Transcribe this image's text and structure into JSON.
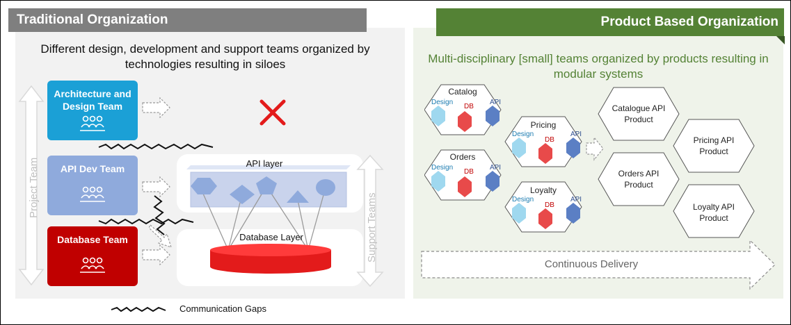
{
  "left": {
    "title": "Traditional Organization",
    "subtitle": "Different design, development and support teams organized by technologies resulting in siloes",
    "teams": [
      {
        "label": "Architecture and Design Team",
        "color": "#1ba0d6"
      },
      {
        "label": "API Dev Team",
        "color": "#8faadc"
      },
      {
        "label": "Database Team",
        "color": "#c00000"
      }
    ],
    "api_layer_label": "API layer",
    "database_layer_label": "Database Layer",
    "project_team_label": "Project Team",
    "support_teams_label": "Support Teams",
    "legend_label": "Communication Gaps"
  },
  "right": {
    "title": "Product Based Organization",
    "subtitle": "Multi-disciplinary [small] teams organized by products resulting in modular systems",
    "team_hexes": [
      {
        "name": "Catalog",
        "roles": [
          "Design",
          "DB",
          "API"
        ]
      },
      {
        "name": "Pricing",
        "roles": [
          "Design",
          "DB",
          "API"
        ]
      },
      {
        "name": "Orders",
        "roles": [
          "Design",
          "DB",
          "API"
        ]
      },
      {
        "name": "Loyalty",
        "roles": [
          "Design",
          "DB",
          "API"
        ]
      }
    ],
    "products": [
      "Catalogue API Product",
      "Pricing API Product",
      "Orders API Product",
      "Loyalty API Product"
    ],
    "continuous_delivery": "Continuous Delivery"
  },
  "colors": {
    "gray_banner": "#7f7f7f",
    "green_banner": "#548235",
    "design_role": "#9fd8ef",
    "db_role": "#e84a4a",
    "api_role": "#5b7fc4"
  }
}
